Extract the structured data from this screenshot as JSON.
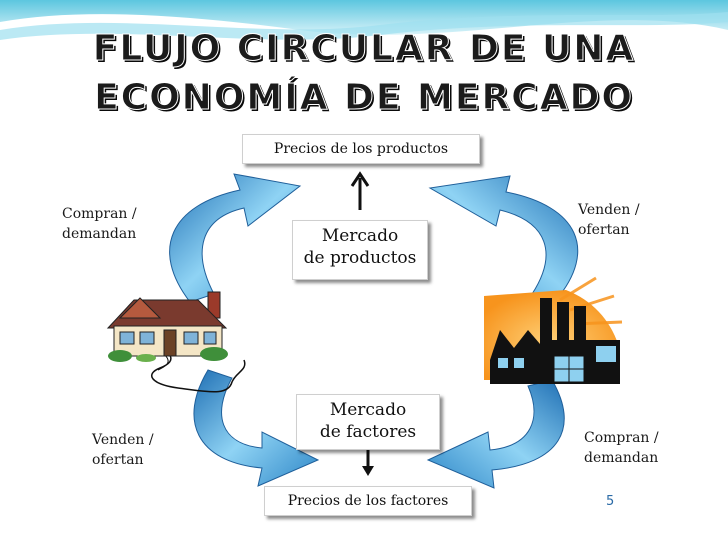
{
  "title": {
    "line1": "FLUJO CIRCULAR DE UNA",
    "line2": "ECONOMÍA DE MERCADO"
  },
  "boxes": {
    "product_prices": "Precios de los productos",
    "product_market_line1": "Mercado",
    "product_market_line2": "de productos",
    "factor_market_line1": "Mercado",
    "factor_market_line2": "de factores",
    "factor_prices": "Precios de los factores"
  },
  "labels": {
    "top_left_line1": "Compran /",
    "top_left_line2": "demandan",
    "top_right_line1": "Venden  /",
    "top_right_line2": "ofertan",
    "bottom_left_line1": "Venden  /",
    "bottom_left_line2": "ofertan",
    "bottom_right_line1": "Compran /",
    "bottom_right_line2": "demandan"
  },
  "page_number": "5",
  "colors": {
    "arrow_light": "#8fd3f4",
    "arrow_dark": "#1f6fb4",
    "header_wave": "#5cc6df",
    "factory_sun": "#f7941d"
  },
  "icons": {
    "household": "house-icon",
    "firms": "factory-icon"
  }
}
